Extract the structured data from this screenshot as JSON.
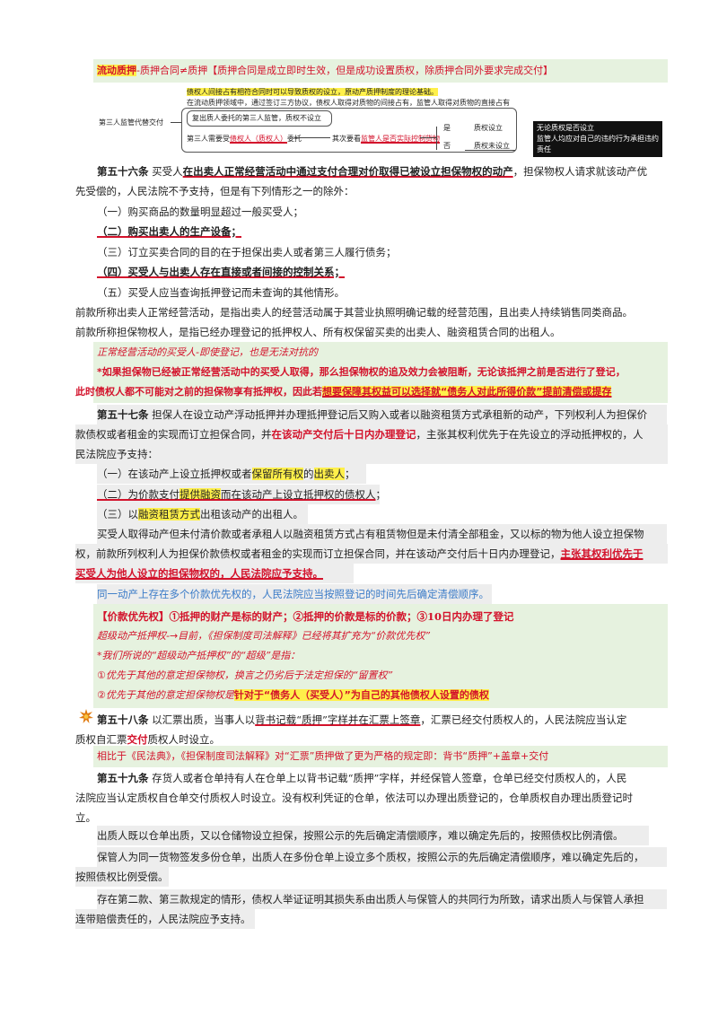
{
  "top_note": {
    "prefix": "流动质押",
    "text": "-质押合同≠质押【质押合同是成立即时生效，但是成功设置质权，除质押合同外要求完成交付】"
  },
  "diagram": {
    "line1": "债权人间接占有相符合同时可以导致质权的设立，原动产质押制度的理论基础。",
    "line2": "在流动质押领域中，通过签订三方协议，债权人取得对质物的间接占有，监管人取得对质物的直接占有",
    "left_label": "第三人监管代替交付",
    "box_top": "复出质人委托的第三人监管，质权不设立",
    "box_bottom_a": "第三人需要受",
    "box_bottom_b": "债权人（质权人）",
    "box_bottom_c": "委托",
    "box_bottom_d": "其次要看",
    "box_bottom_e": "监管人是否实际控制货物",
    "yes": "是",
    "no": "否",
    "yes_result": "质权设立",
    "no_result": "质权未设立",
    "black_box_1": "无论质权是否设立",
    "black_box_2": "监管人均应对自己的违约行为承担违约责任"
  },
  "art56": {
    "title": "第五十六条",
    "p1a": "买受人",
    "p1b": "在出卖人正常经营活动中通过支付合理对价取得已被设立担保物权的动产",
    "p1c": "，担保物权人请求就该动产优",
    "p1d": "先受偿的，人民法院不予支持，但是有下列情形之一的除外：",
    "items": [
      "（一）购买商品的数量明显超过一般买受人；",
      "（二）购买出卖人的生产设备；",
      "（三）订立买卖合同的目的在于担保出卖人或者第三人履行债务；",
      "（四）买受人与出卖人存在直接或者间接的控制关系；",
      "（五）买受人应当查询抵押登记而未查询的其他情形。"
    ],
    "p2a": "前款所称出卖人正常经营活动，是指出卖人的经营活动属于其营业执照明确记载的经营范围，且出卖人持续销售同类商品。",
    "p2b": "前款所称担保物权人，是指已经办理登记的抵押权人、所有权保留买卖的出卖人、融资租赁合同的出租人。"
  },
  "note56": {
    "l1": "正常经营活动的买受人-即使登记，也是无法对抗的",
    "l2": "*如果担保物已经被正常经营活动中的买受人取得，那么担保物权的追及效力会被阻断，无论该抵押之前是否进行了登记，",
    "l3a": "此时债权人都不可能对之前的担保物享有抵押权，因此若",
    "l3b": "想要保障其权益可以选择就“债务人对此所得价款”提前清偿或提存"
  },
  "art57": {
    "title": "第五十七条",
    "p1a": "担保人在设立动产浮动抵押并办理抵押登记后又购入或者以融资租赁方式承租新的动产，下列权利人为担保价",
    "p1b": "款债权或者租金的实现而订立担保合同，并",
    "p1c": "在该动产交付后十日内办理登记",
    "p1d": "，主张其权利优先于在先设立的浮动抵押权的，人",
    "p1e": "民法院应予支持：",
    "item1a": "（一）在该动产上设立抵押权或者",
    "item1b": "保留所有权",
    "item1c": "的",
    "item1d": "出卖人",
    "item1e": "；",
    "item2a": "（二）为价款支付",
    "item2b": "提供融资",
    "item2c": "而在该动产上设立抵押权的债权人；",
    "item3a": "（三）以",
    "item3b": "融资租赁方式",
    "item3c": "出租该动产的出租人。",
    "p2a": "买受人取得动产但未付清价款或者承租人以融资租赁方式占有租赁物但是未付清全部租金，又以标的物为他人设立担保物",
    "p2b": "权，前款所列权利人为担保价款债权或者租金的实现而订立担保合同，并在该动产交付后十日内办理登记，",
    "p2c": "主张其权利优先于",
    "p2d": "买受人为他人设立的担保物权的，人民法院应予支持。",
    "p3": "同一动产上存在多个价款优先权的，人民法院应当按照登记的时间先后确定清偿顺序。"
  },
  "note57": {
    "head": "【价款优先权】①抵押的财产是标的财产；②抵押的价款是标的价款；③10日内办理了登记",
    "l1": "超级动产抵押权-→目前，《担保制度司法解释》已经将其扩充为“价款优先权”",
    "l2": "*我们所说的“超级动产抵押权”的“超级”是指：",
    "l3": "①优先于其他的意定担保物权，换言之仍劣后于法定担保的“留置权”",
    "l4a": "②优先于其他的意定担保物权是",
    "l4b": "针对于“债务人（买受人）”为自己的其他债权人设置的债权"
  },
  "art58": {
    "title": "第五十八条",
    "p1a": "以汇票出质，当事人以",
    "p1b": "背书记载“质押”字样并在汇票上签章",
    "p1c": "，汇票已经交付质权人的，人民法院应当认定",
    "p1d": "质权自汇票",
    "p1e": "交付",
    "p1f": "质权人时设立。",
    "note": "相比于《民法典》，《担保制度司法解释》对“汇票”质押做了更为严格的规定即：背书“质押”+盖章+交付"
  },
  "art59": {
    "title": "第五十九条",
    "p1a": "存货人或者仓单持有人在仓单上以背书记载“质押”字样，并经保管人签章，仓单已经交付质权人的，人民",
    "p1b": "法院应当认定质权自仓单交付质权人时设立。没有权利凭证的仓单，依法可以办理出质登记的，仓单质权自办理出质登记时",
    "p1c": "立。",
    "p2": "出质人既以仓单出质，又以仓储物设立担保，按照公示的先后确定清偿顺序，难以确定先后的，按照债权比例清偿。",
    "p3a": "保管人为同一货物签发多份仓单，出质人在多份仓单上设立多个质权，按照公示的先后确定清偿顺序，难以确定先后的，",
    "p3b": "按照债权比例受偿。",
    "p4a": "存在第二款、第三款规定的情形，债权人举证证明其损失系由出质人与保管人的共同行为所致，请求出质人与保管人承担",
    "p4b": "连带赔偿责任的，人民法院应予支持。"
  }
}
